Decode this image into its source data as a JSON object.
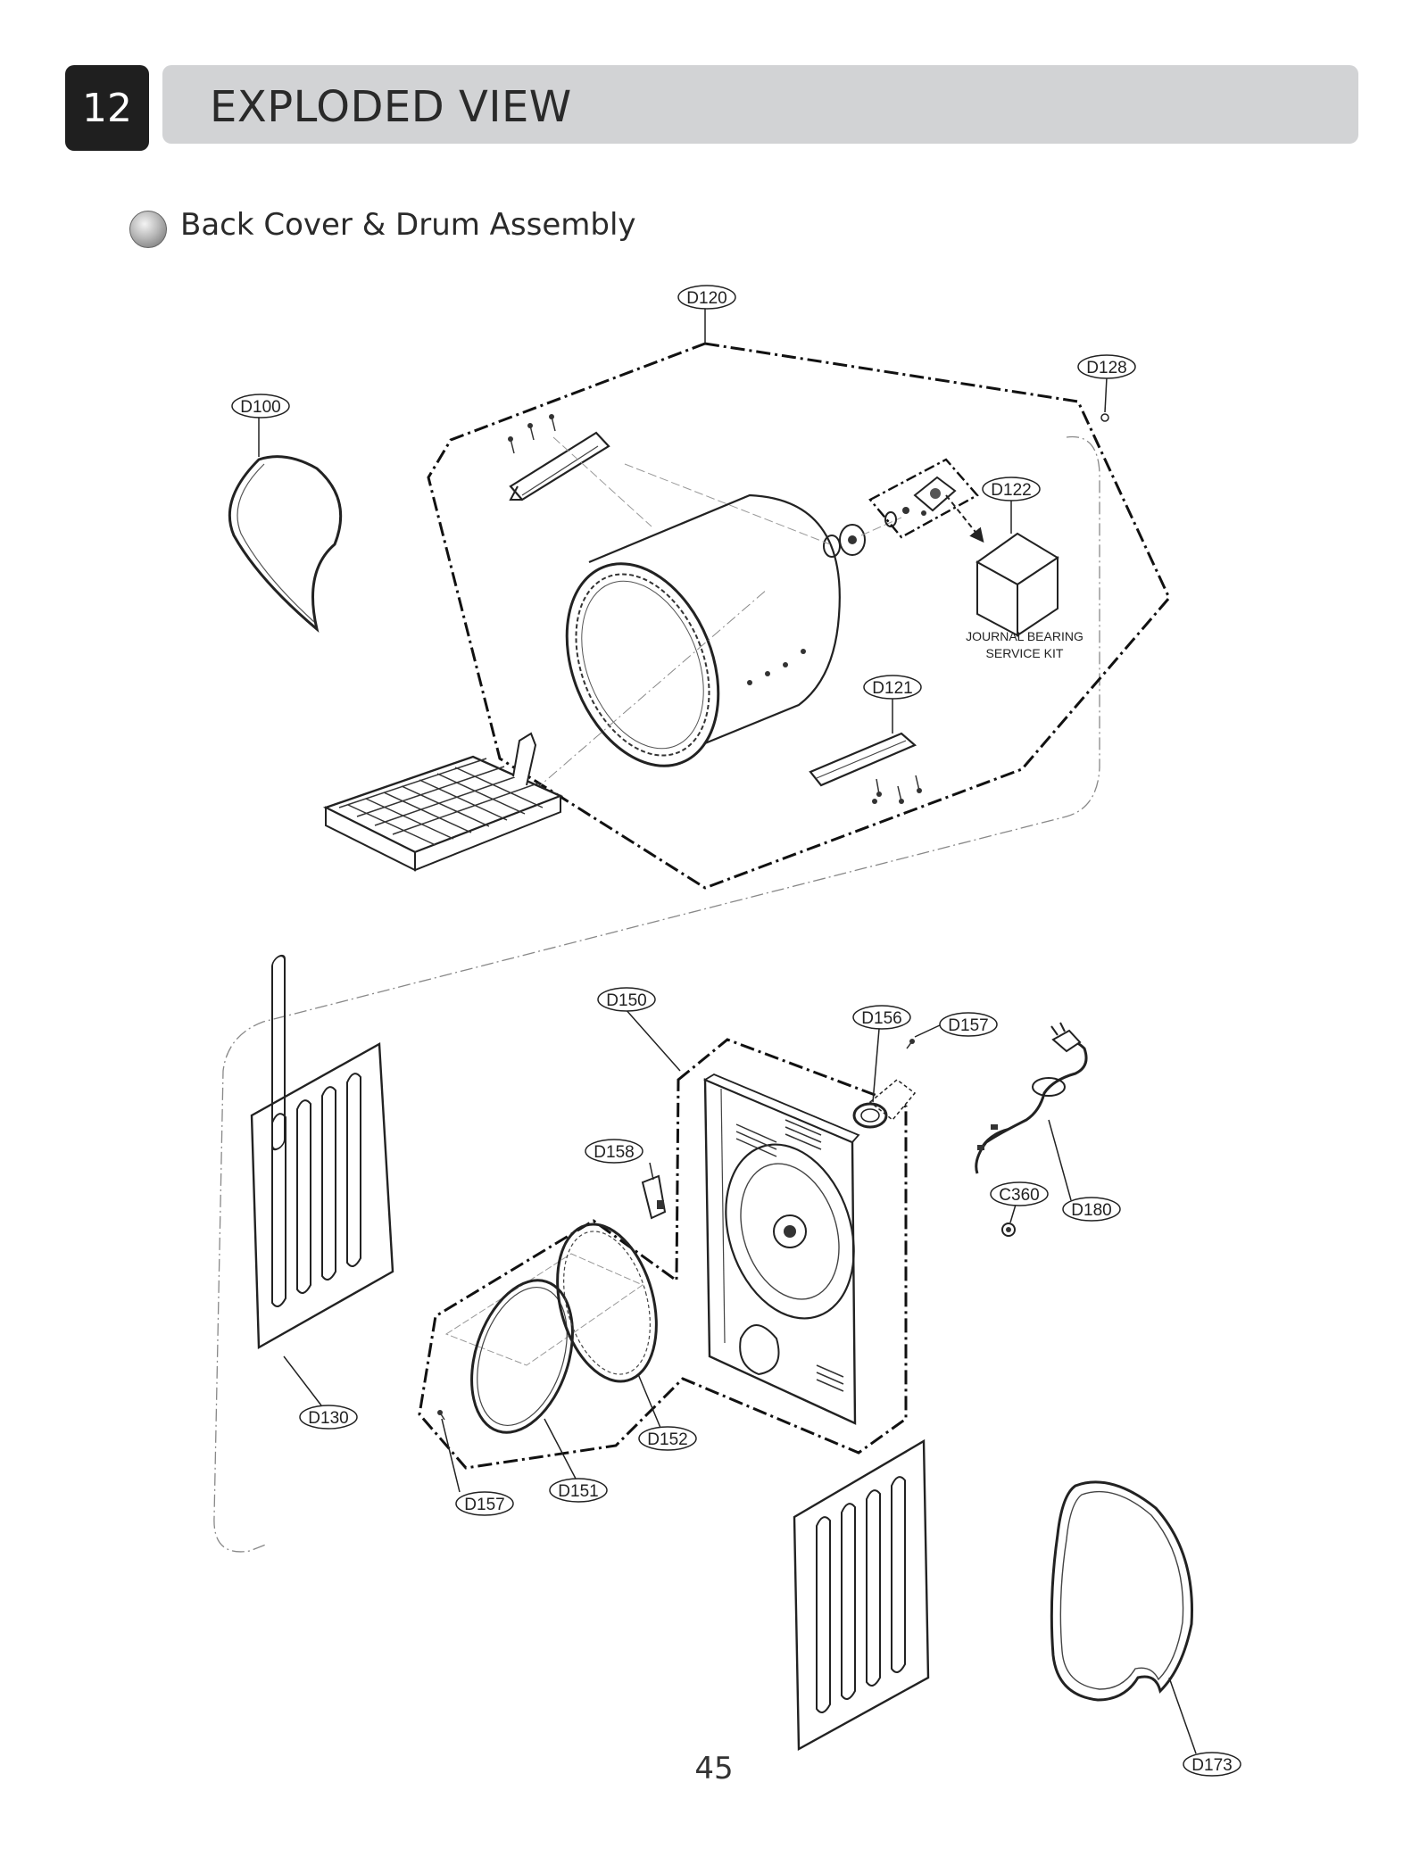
{
  "header": {
    "section_number": "12",
    "section_title": "EXPLODED VIEW"
  },
  "subsection": {
    "title": "Back Cover & Drum Assembly",
    "bullet_icon": "sphere-bullet-icon"
  },
  "parts": {
    "d100": "D100",
    "d120": "D120",
    "d121": "D121",
    "d122": "D122",
    "d128": "D128",
    "d130": "D130",
    "d150": "D150",
    "d151": "D151",
    "d152": "D152",
    "d156": "D156",
    "d157a": "D157",
    "d157b": "D157",
    "d158": "D158",
    "d173": "D173",
    "d180": "D180",
    "c360": "C360"
  },
  "kit_label": {
    "line1": "JOURNAL BEARING",
    "line2": "SERVICE KIT"
  },
  "footer": {
    "page_number": "45"
  }
}
